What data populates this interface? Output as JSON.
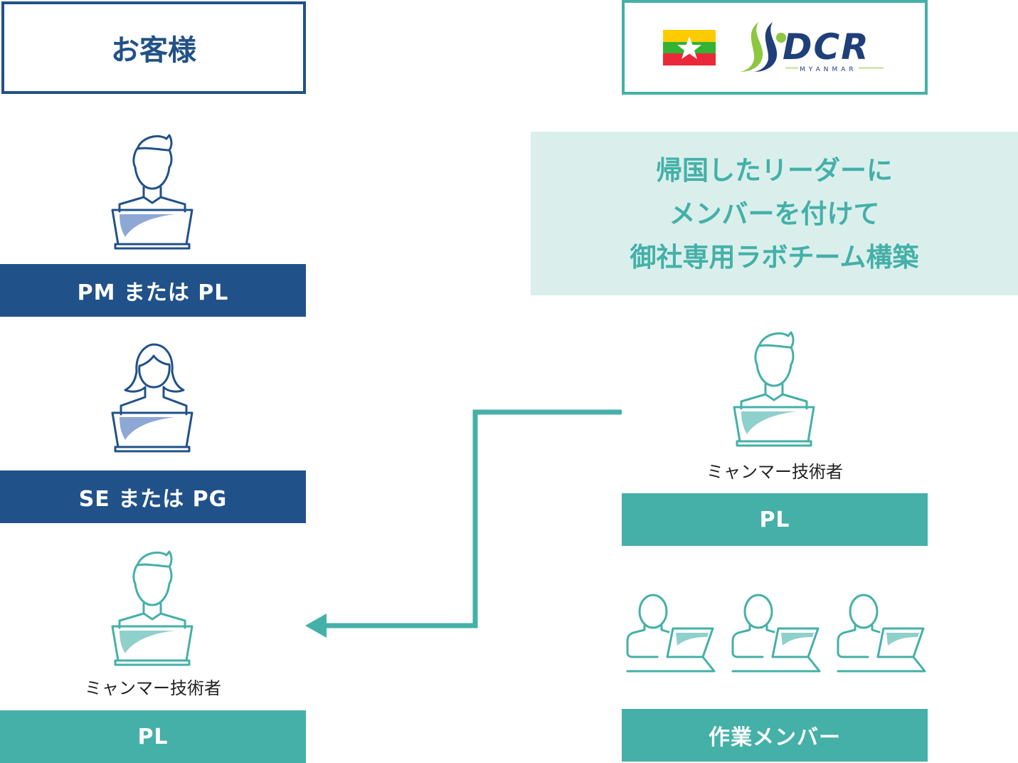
{
  "left": {
    "header": "お客様",
    "roles": [
      {
        "label": "PM または PL"
      },
      {
        "label": "SE または PG"
      },
      {
        "label": "PL",
        "caption": "ミャンマー技術者"
      }
    ]
  },
  "right": {
    "logo": {
      "wordmark": "DCR",
      "sub": "MYANMAR"
    },
    "headline": [
      "帰国したリーダーに",
      "メンバーを付けて",
      "御社専用ラボチーム構築"
    ],
    "leader": {
      "caption": "ミャンマー技術者",
      "label": "PL"
    },
    "members": {
      "label": "作業メンバー"
    }
  },
  "colors": {
    "navy": "#215189",
    "teal": "#44b0a8",
    "headline_bg": "#daefec",
    "laptop_fill_blue": "#8ea8d6",
    "laptop_fill_teal": "#8ed0ca",
    "flag_yellow": "#fecb00",
    "flag_green": "#34b233",
    "flag_red": "#ea2839",
    "logo_green": "#8dc63f"
  },
  "icons": {
    "pm": "man-laptop-icon",
    "se": "woman-laptop-icon",
    "pl": "man-laptop-icon",
    "members": "worker-icon",
    "flag": "myanmar-flag-icon",
    "arrow": "arrow-left-icon"
  }
}
